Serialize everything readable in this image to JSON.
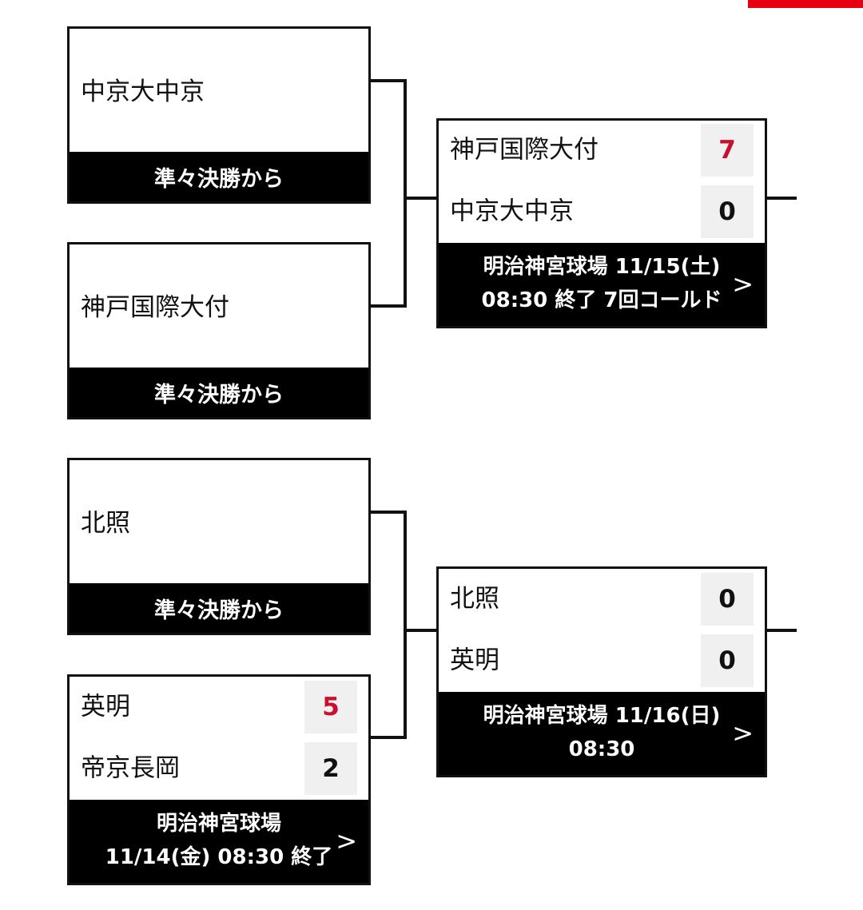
{
  "colors": {
    "accent": "#e60012",
    "win_score": "#c8102e",
    "score_bg": "#f0f0f0"
  },
  "block1": {
    "seed1": {
      "team": "中京大中京",
      "footer": "準々決勝から"
    },
    "seed2": {
      "team": "神戸国際大付",
      "footer": "準々決勝から"
    },
    "match": {
      "team1": "神戸国際大付",
      "score1": "7",
      "team2": "中京大中京",
      "score2": "0",
      "line1": "明治神宮球場 11/15(土)",
      "line2": "08:30 終了 7回コールド",
      "arrow": ">"
    }
  },
  "block2": {
    "seed1": {
      "team": "北照",
      "footer": "準々決勝から"
    },
    "qf": {
      "team1": "英明",
      "score1": "5",
      "team2": "帝京長岡",
      "score2": "2",
      "line1": "明治神宮球場",
      "line2": "11/14(金) 08:30 終了",
      "arrow": ">"
    },
    "match": {
      "team1": "北照",
      "score1": "0",
      "team2": "英明",
      "score2": "0",
      "line1": "明治神宮球場 11/16(日)",
      "line2": "08:30",
      "arrow": ">"
    }
  }
}
